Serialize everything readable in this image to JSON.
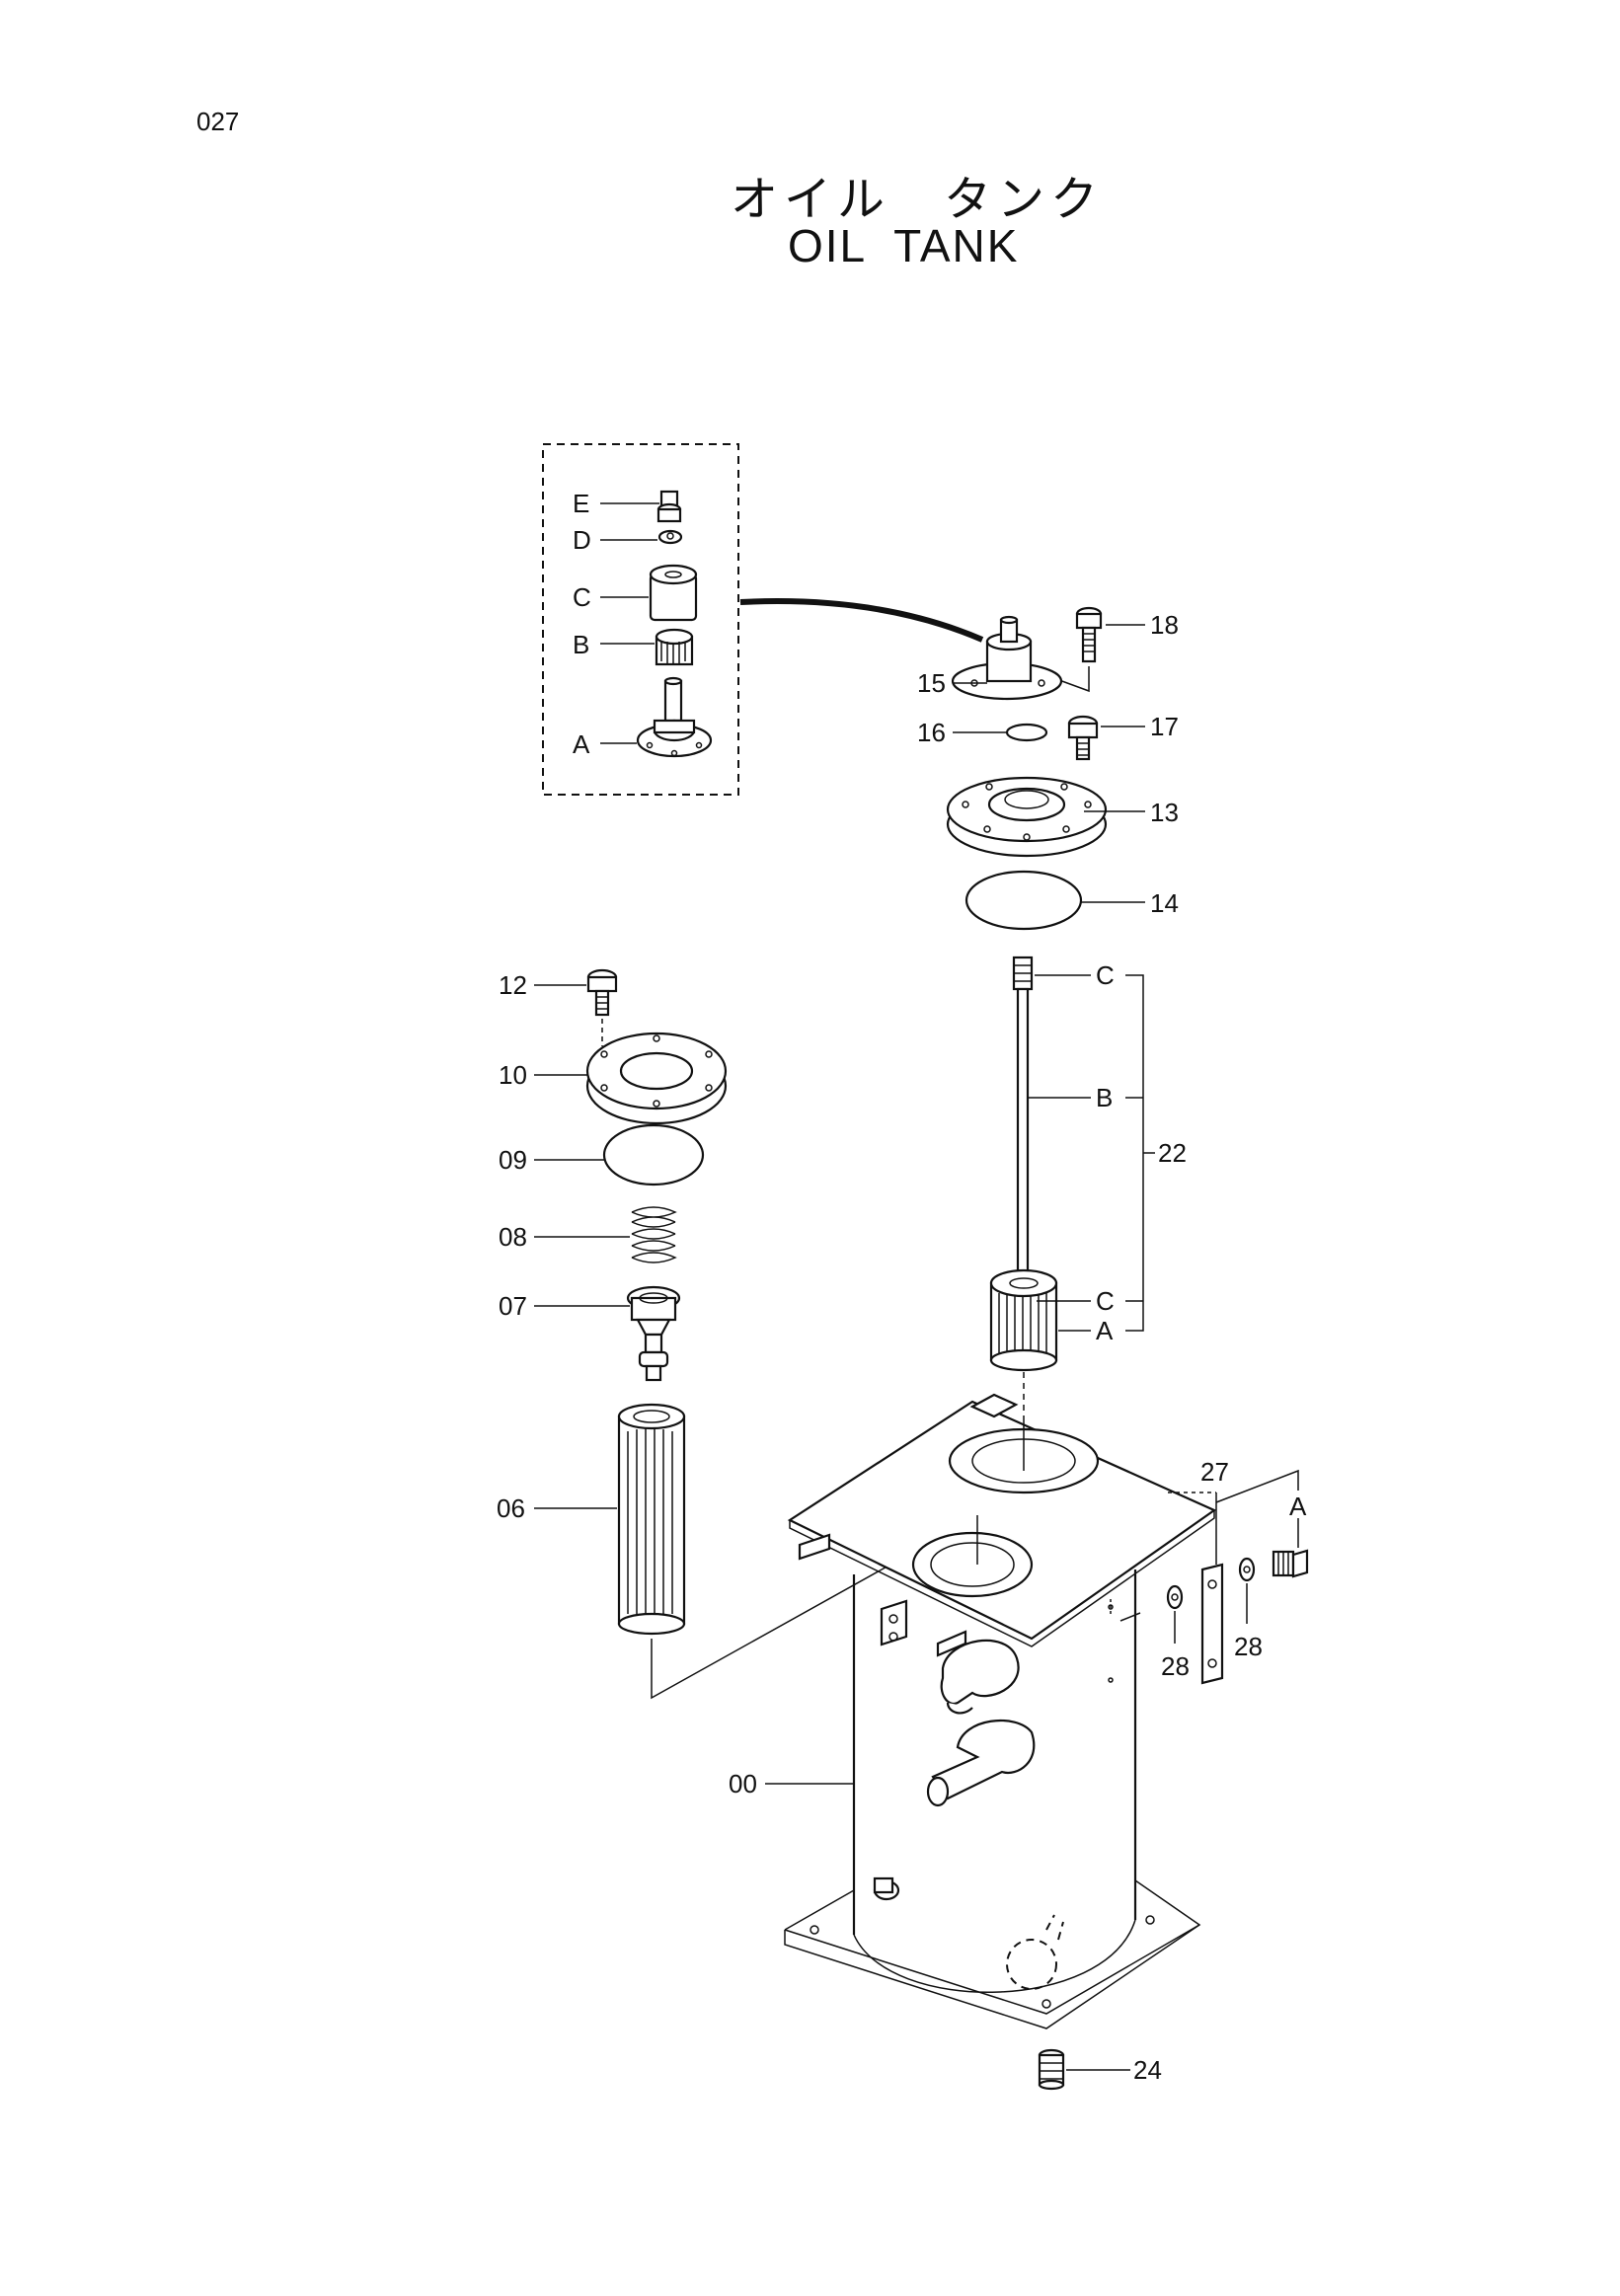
{
  "page": {
    "number": "027"
  },
  "title": {
    "japanese": "オイル　タンク",
    "english": "OIL  TANK"
  },
  "detail_inset": {
    "labels": [
      "E",
      "D",
      "C",
      "B",
      "A"
    ]
  },
  "callouts": {
    "c18": "18",
    "c15": "15",
    "c16": "16",
    "c17": "17",
    "c13": "13",
    "c14": "14",
    "c12": "12",
    "c10": "10",
    "c09": "09",
    "c08": "08",
    "c07": "07",
    "c06": "06",
    "c00": "00",
    "c24": "24",
    "c22": "22",
    "c27": "27",
    "c28a": "28",
    "c28b": "28",
    "sub_c_top": "C",
    "sub_b": "B",
    "sub_c_bot": "C",
    "sub_a": "A",
    "bolt_a": "A"
  }
}
